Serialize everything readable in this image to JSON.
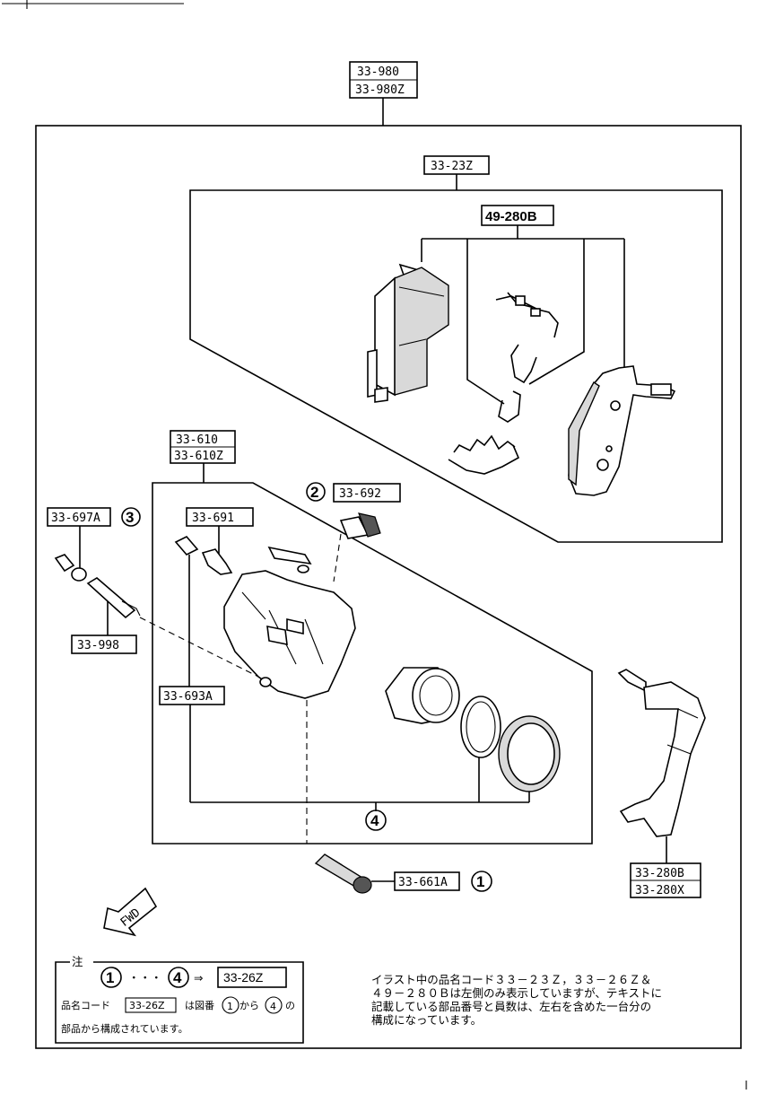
{
  "labels": {
    "assembly": [
      "33-980",
      "33-980Z"
    ],
    "pad_kit": "33-23Z",
    "pad_set": "49-280B",
    "caliper": [
      "33-610",
      "33-610Z"
    ],
    "bleeder_cap": "33-692",
    "pin_boot_left": "33-697A",
    "bleeder_screw": "33-691",
    "guide_pin": "33-998",
    "boot": "33-693A",
    "bolt": "33-661A",
    "mounting_bracket": [
      "33-280B",
      "33-280X"
    ]
  },
  "callouts": {
    "one": "1",
    "two": "2",
    "three": "3",
    "four": "4"
  },
  "fwd_label": "FWD",
  "note": {
    "title": "注",
    "dots": "・・・",
    "arrow": "⇒",
    "kit_code": "33-26Z",
    "line2_prefix": "品名コード",
    "line2_code": "33-26Z",
    "line2_middle": "は図番",
    "line2_from": "から",
    "line2_end": "の",
    "line3": "部品から構成されています。"
  },
  "remark": [
    "イラスト中の品名コード３３－２３Ｚ，３３－２６Ｚ＆",
    "４９－２８０Ｂは左側のみ表示していますが、テキストに",
    "記載している部品番号と員数は、左右を含めた一台分の",
    "構成になっています。"
  ]
}
